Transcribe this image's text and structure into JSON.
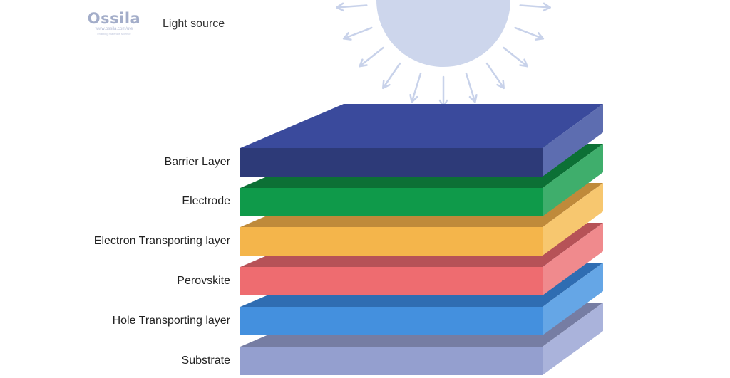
{
  "logo": {
    "name": "Ossila",
    "url": "www.ossila.com/ute",
    "tagline": "enabling materials science"
  },
  "light_source": {
    "label": "Light source",
    "color": "#cdd6ec",
    "ray_color": "#c8d2ea",
    "ray_count": 11
  },
  "layers": [
    {
      "name": "Barrier Layer",
      "front": "#2d3a78",
      "top": "#3a4a9c",
      "side": "#5d6db0"
    },
    {
      "name": "Electrode",
      "front": "#0f9a4a",
      "top": "#0c7035",
      "side": "#3fae6c"
    },
    {
      "name": "Electron Transporting layer",
      "front": "#f4b54b",
      "top": "#bf8a3a",
      "side": "#f7c76f"
    },
    {
      "name": "Perovskite",
      "front": "#ee6c70",
      "top": "#b65257",
      "side": "#f08a8d"
    },
    {
      "name": "Hole Transporting layer",
      "front": "#4490de",
      "top": "#2f6db2",
      "side": "#65a6e6"
    },
    {
      "name": "Substrate",
      "front": "#949fcf",
      "top": "#767da3",
      "side": "#aab3db"
    }
  ]
}
